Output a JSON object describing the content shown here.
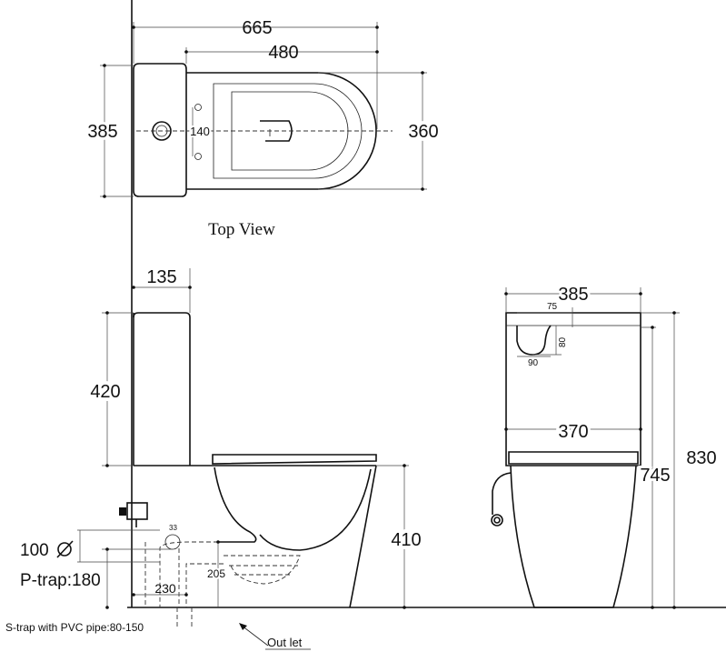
{
  "top_view": {
    "caption": "Top View",
    "dim_overall_length": "665",
    "dim_bowl_length": "480",
    "dim_tank_width": "385",
    "dim_bowl_width": "360",
    "dim_hole_spacing": "140"
  },
  "side_view": {
    "dim_tank_depth": "135",
    "dim_tank_height": "420",
    "dim_seat_height": "410",
    "dim_pipe_size": "100",
    "dim_p_trap": "P-trap:180",
    "dim_outlet_offset": "230",
    "dim_trap_height": "205",
    "dim_small": "33",
    "s_trap_note": "S-trap with PVC pipe:80-150",
    "outlet_label": "Out let"
  },
  "front_view": {
    "dim_tank_width": "385",
    "dim_tank_inner": "370",
    "dim_total_height": "830",
    "dim_body_height": "745",
    "dim_notch_offset": "75",
    "dim_notch_depth": "80",
    "dim_notch_width": "90"
  }
}
